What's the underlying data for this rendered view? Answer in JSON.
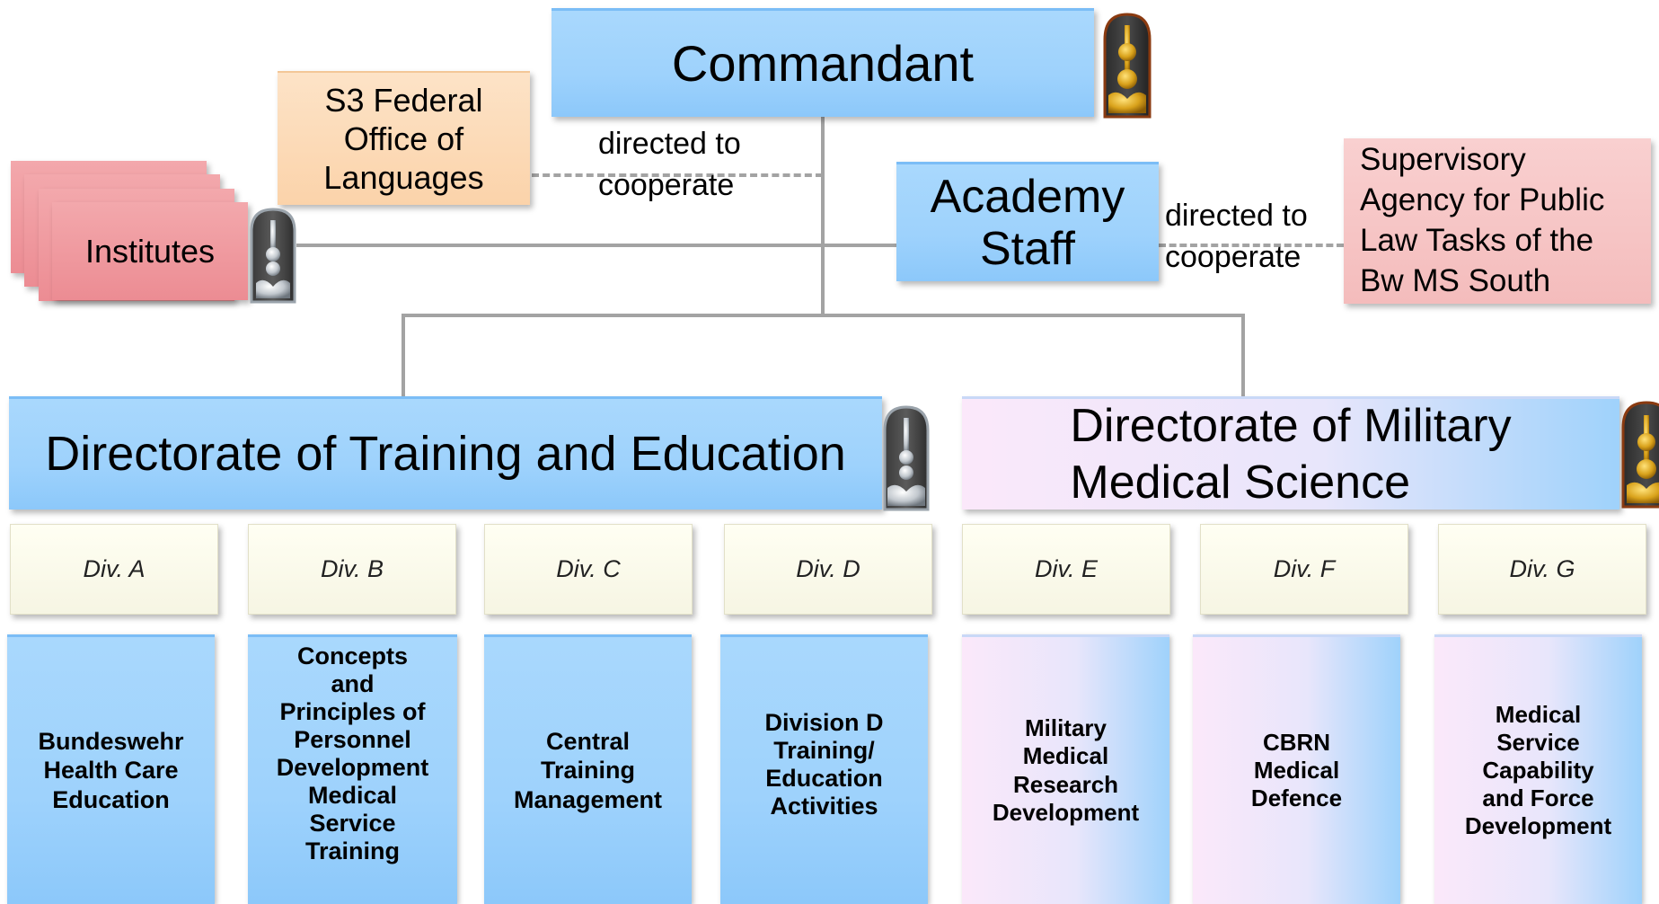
{
  "commandant": "Commandant",
  "academy_staff": "Academy\nStaff",
  "s3": "S3 Federal\nOffice of\nLanguages",
  "institutes": "Institutes",
  "supervisory": "Supervisory\nAgency for Public\nLaw Tasks of the\nBw MS South",
  "note_left": "directed to\ncooperate",
  "note_right": "directed to\ncooperate",
  "dir_training": "Directorate of Training and Education",
  "dir_medical": "Directorate of Military\nMedical Science",
  "divisions": [
    "Div. A",
    "Div. B",
    "Div. C",
    "Div. D",
    "Div. E",
    "Div. F",
    "Div. G"
  ],
  "units": [
    "Bundeswehr\nHealth Care\nEducation",
    "Concepts\nand\nPrinciples of\nPersonnel\nDevelopment\nMedical\nService\nTraining",
    "Central\nTraining\nManagement",
    "Division D\nTraining/\nEducation\nActivities",
    "Military\nMedical\nResearch\nDevelopment",
    "CBRN\nMedical\nDefence",
    "Medical\nService\nCapability\nand Force\nDevelopment"
  ],
  "colors": {
    "blue": "#9ed2fc",
    "peach": "#fbd3aa",
    "rose": "#f4bcbc",
    "red": "#ec8c93",
    "cream": "#f6f5e3",
    "connector": "#a3a3a3",
    "insignia_gold": "#d9a21b",
    "insignia_silver": "#9aa3ab"
  },
  "icons": [
    "gold-rank-insignia-icon",
    "silver-rank-insignia-icon"
  ]
}
